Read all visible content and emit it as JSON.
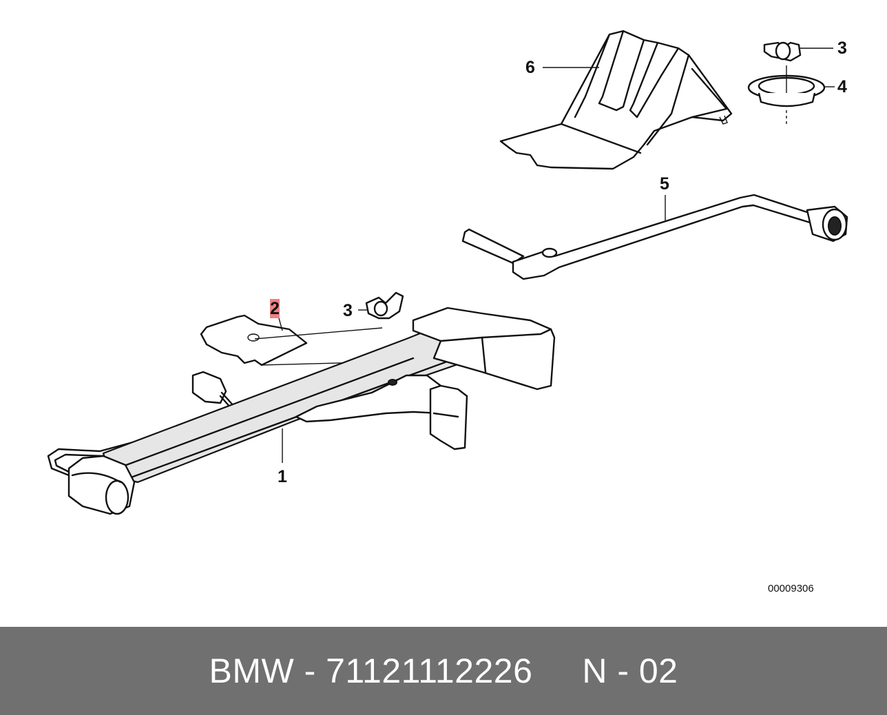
{
  "callouts": {
    "c1": "1",
    "c2": "2",
    "c3a": "3",
    "c3b": "3",
    "c4": "4",
    "c5": "5",
    "c6": "6"
  },
  "highlight_color": "#f08080",
  "diagram_code": "00009306",
  "footer": {
    "text": "BMW - 71121112226     N - 02",
    "background": "#707070"
  }
}
